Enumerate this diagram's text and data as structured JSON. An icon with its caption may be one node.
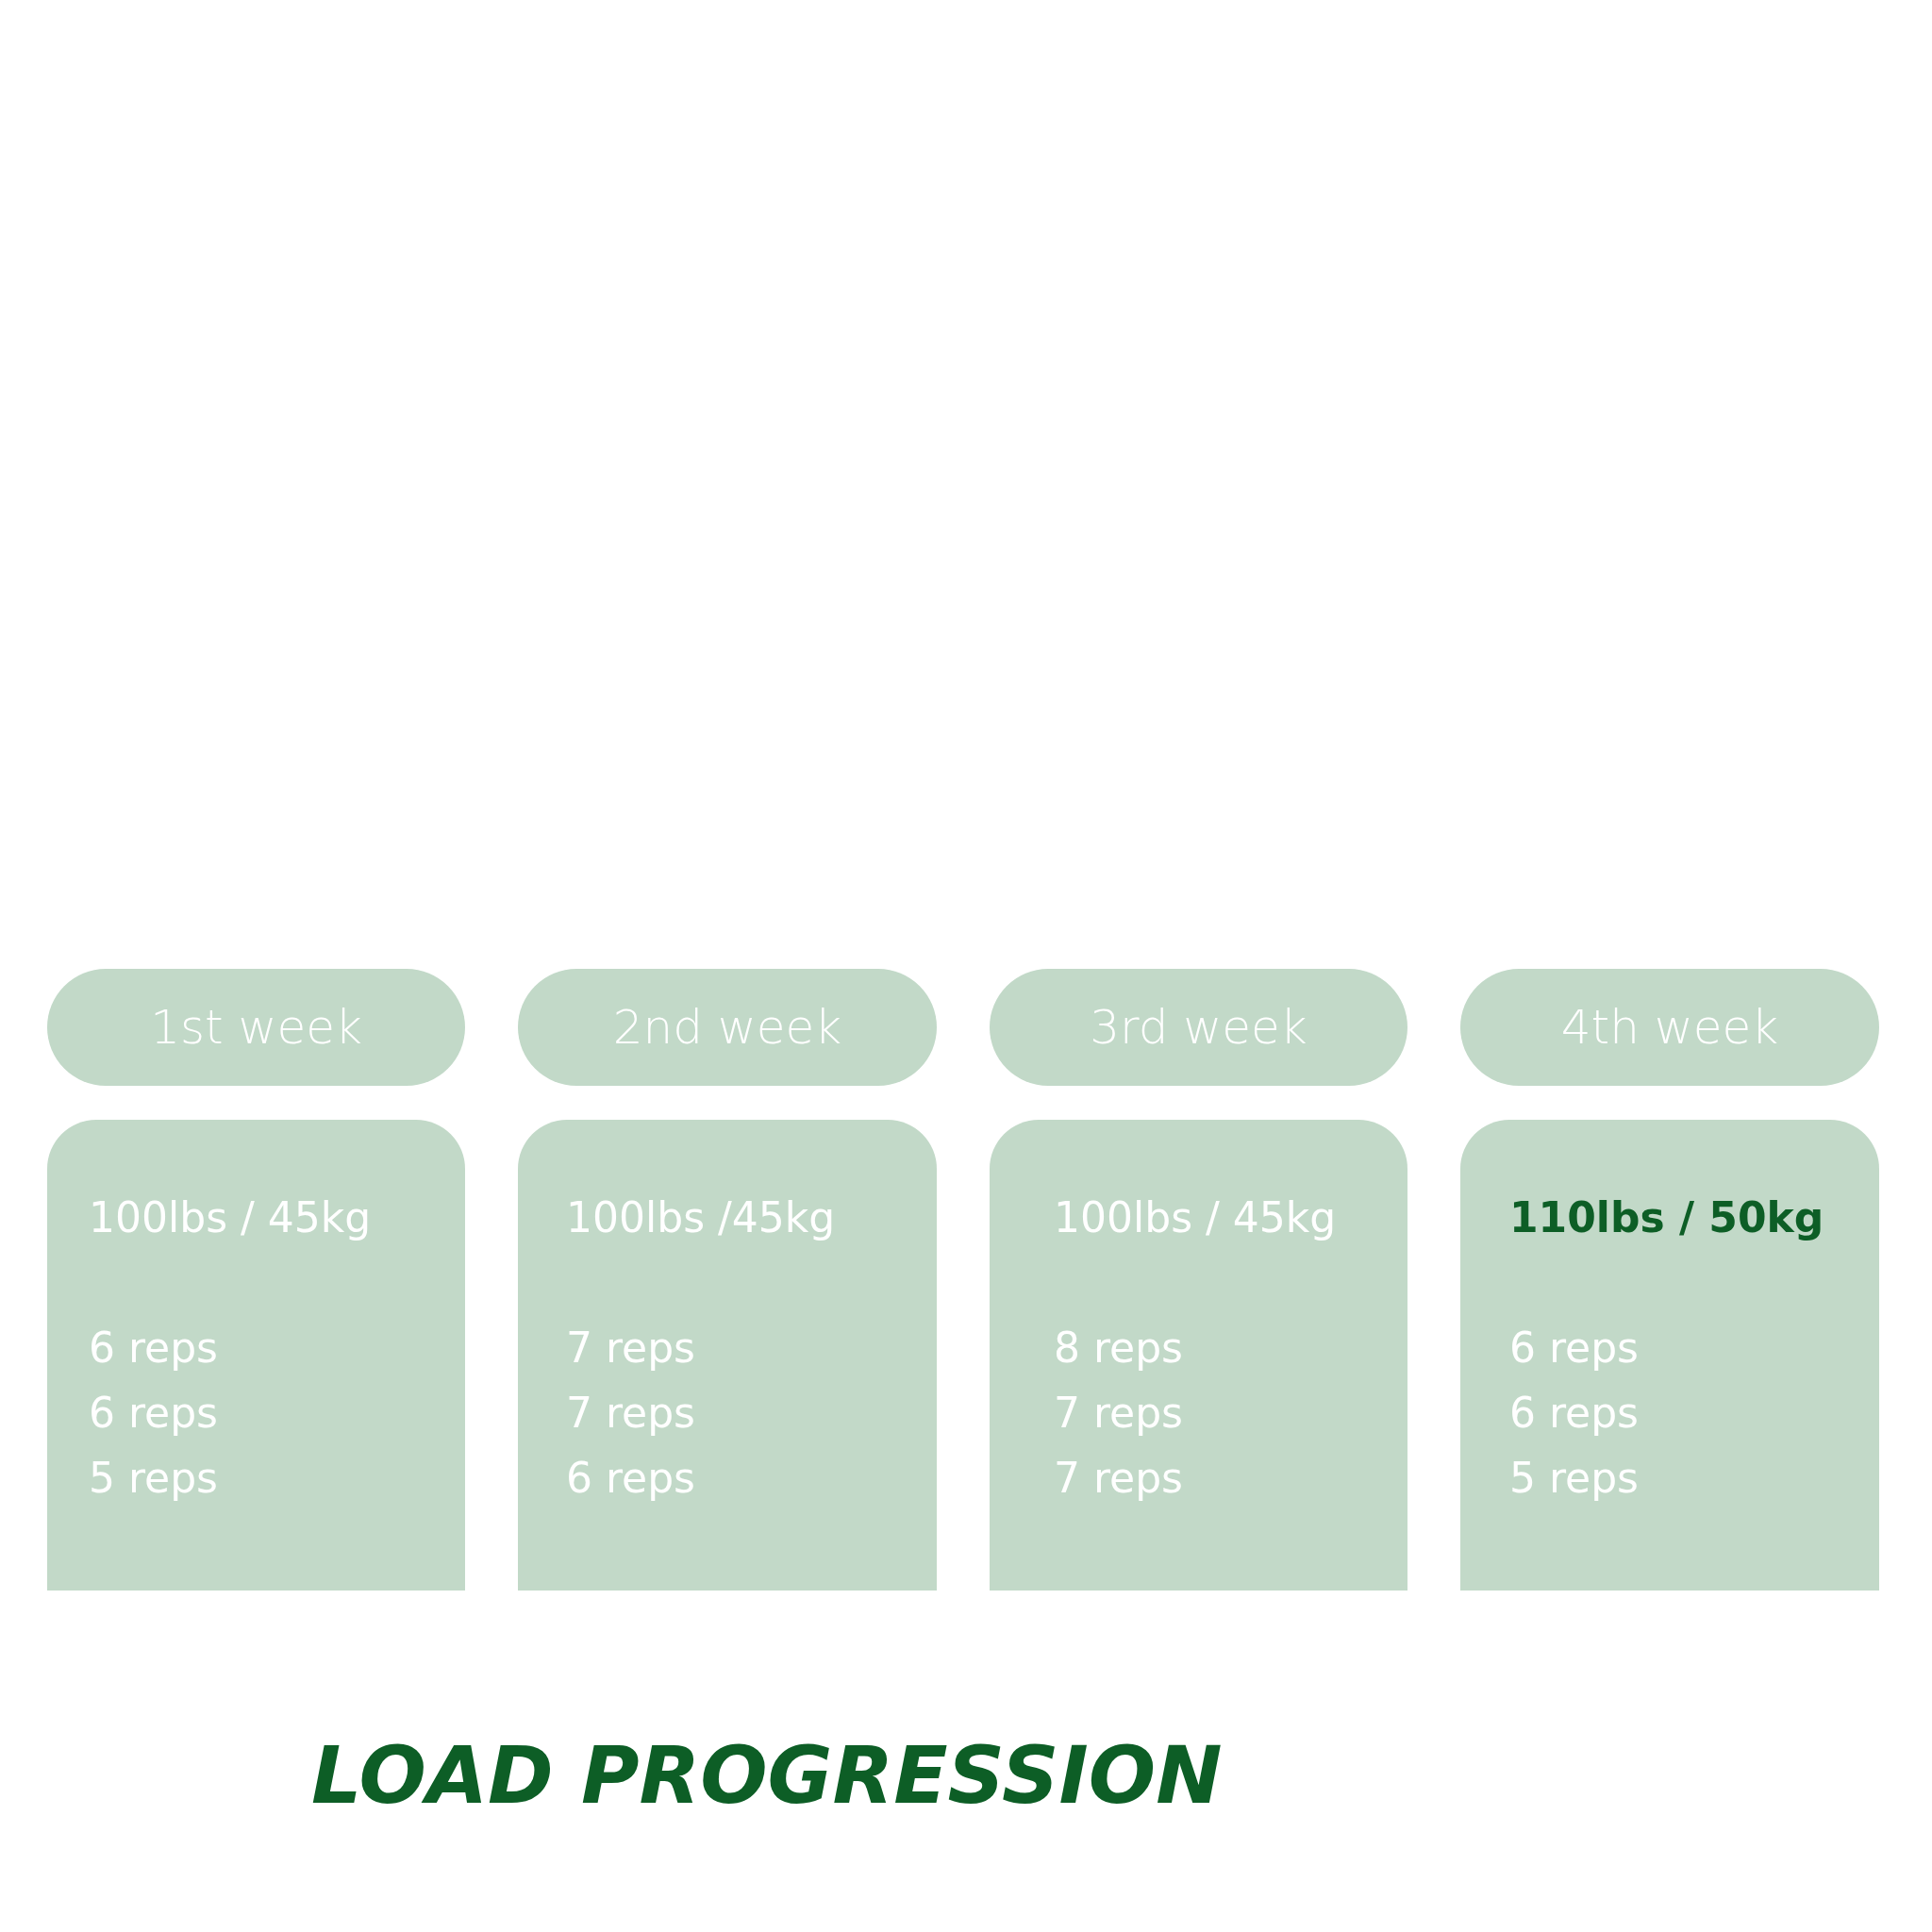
{
  "diagram": {
    "title": "LOAD PROGRESSION",
    "nodes": [
      {
        "text": [
          "1st week"
        ]
      },
      {
        "text": [
          "2nd week"
        ]
      },
      {
        "text": [
          "3rd week"
        ]
      },
      {
        "text": [
          "4th week"
        ]
      },
      {
        "text": [
          "100lbs / 45kg",
          "6 reps",
          "6 reps",
          "5 reps"
        ]
      },
      {
        "text": [
          "100lbs /45kg",
          "7 reps",
          "7 reps",
          "6 reps"
        ]
      },
      {
        "text": [
          "100lbs / 45kg",
          "8 reps",
          "7 reps",
          "7 reps"
        ]
      },
      {
        "text": [
          "110lbs / 50kg",
          "6 reps",
          "6 reps",
          "5 reps"
        ]
      }
    ]
  }
}
